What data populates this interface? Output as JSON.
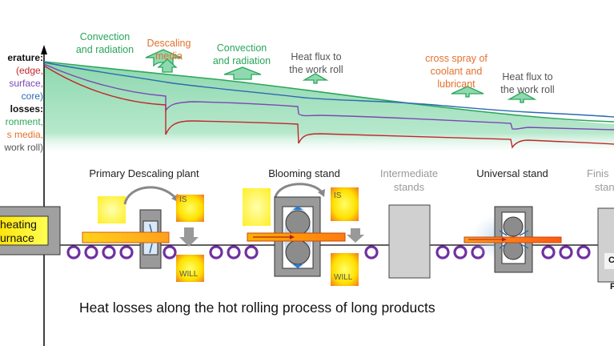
{
  "legend": {
    "temperature_label": "erature:",
    "edge": "(edge,",
    "surface": "surface,",
    "core": "core)",
    "losses_label": "losses:",
    "environment": "ronment,",
    "media": "s media,",
    "work_roll": "work roll)"
  },
  "annotations": [
    {
      "line1": "Convection",
      "line2": "and radiation",
      "kind": "environment"
    },
    {
      "line1": "Descaling",
      "line2": "media",
      "kind": "media"
    },
    {
      "line1": "Convection",
      "line2": "and radiation",
      "kind": "environment"
    },
    {
      "line1": "Heat flux to",
      "line2": "the work roll",
      "kind": "work-roll"
    },
    {
      "line1": "cross spray of",
      "line2": "coolant and",
      "line3": "lubricant",
      "kind": "media"
    },
    {
      "line1": "Heat flux to",
      "line2": "the work roll",
      "kind": "work-roll"
    }
  ],
  "stations": {
    "furnace": {
      "line1": "heating",
      "line2": "urnace"
    },
    "descaling": "Primary Descaling plant",
    "blooming": "Blooming stand",
    "intermediate": {
      "line1": "Intermediate",
      "line2": "stands"
    },
    "universal": "Universal stand",
    "finishing": {
      "line1": "Finis",
      "line2": "stan"
    },
    "is_label": "IS",
    "will_label": "WILL",
    "finishing_inner": "C",
    "finishing_below": "P"
  },
  "caption": "Heat losses along the hot rolling process of long products",
  "colors": {
    "environment": "#2aa65a",
    "media": "#e4702c",
    "edge": "#c0282c",
    "surface": "#7a48b4",
    "core": "#2a6bb0",
    "roller": "#7030a0",
    "fill": "#8fd9b0"
  }
}
